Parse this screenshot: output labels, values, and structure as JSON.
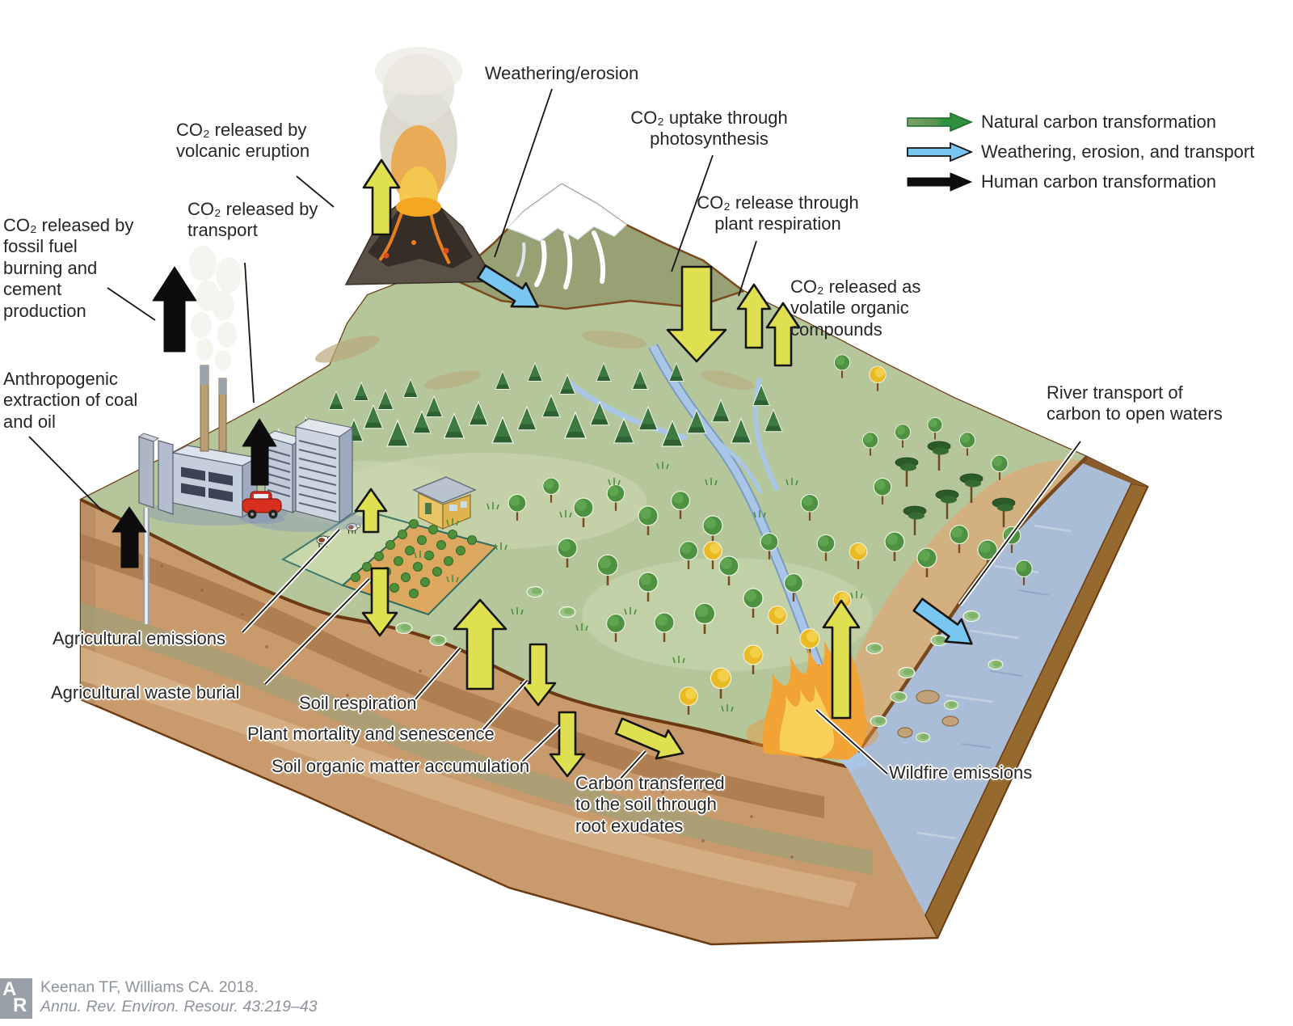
{
  "figure": {
    "title_hidden": "",
    "type": "carbon-cycle-landscape-diagram"
  },
  "legend": {
    "items": [
      {
        "id": "natural",
        "label": "Natural carbon transformation",
        "color": "#2f9140"
      },
      {
        "id": "weathering",
        "label": "Weathering, erosion, and transport",
        "color": "#79c7f0"
      },
      {
        "id": "human",
        "label": "Human carbon transformation",
        "color": "#0d0d0d"
      }
    ]
  },
  "labels": {
    "weathering_erosion": "Weathering/erosion",
    "volcanic": "CO₂ released by\nvolcanic eruption",
    "transport": "CO₂ released by\ntransport",
    "fossil": "CO₂ released by\nfossil fuel\nburning and\ncement\nproduction",
    "anthropogenic": "Anthropogenic\nextraction of coal\nand oil",
    "uptake": "CO₂ uptake through\nphotosynthesis",
    "respiration": "CO₂ release through\nplant respiration",
    "voc": "CO₂ released as\nvolatile organic\ncompounds",
    "river": "River transport of\ncarbon to open waters",
    "ag_emissions": "Agricultural emissions",
    "ag_waste": "Agricultural waste burial",
    "soil_respiration": "Soil respiration",
    "plant_mortality": "Plant mortality and senescence",
    "soil_organic": "Soil organic matter accumulation",
    "root_exudates": "Carbon transferred\nto the soil through\nroot exudates",
    "wildfire": "Wildfire emissions"
  },
  "citation": {
    "line1": "Keenan TF, Williams CA. 2018.",
    "line2": "Annu. Rev. Environ. Resour. 43:219–43",
    "logo_top": "A",
    "logo_bottom": "R"
  },
  "colors": {
    "natural_flux_arrow": "#dfe04f",
    "weathering_arrow": "#79c7f0",
    "human_arrow": "#0d0d0d",
    "grass": "#b5c69a",
    "soil": "#c99a6c",
    "water": "#aabdd6"
  }
}
